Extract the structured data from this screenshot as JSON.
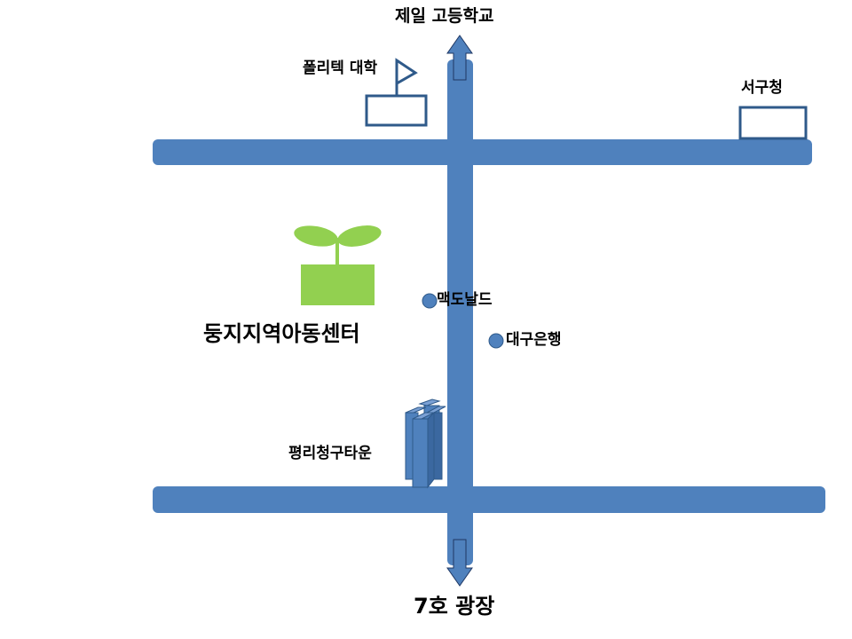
{
  "colors": {
    "road": "#4f81bd",
    "outline": "#2f5a8a",
    "sprout": "#92d050"
  },
  "labels": {
    "north_destination": "제일 고등학교",
    "south_destination": "7호 광장",
    "polytech": "폴리텍 대학",
    "seogu_office": "서구청",
    "center": "둥지지역아동센터",
    "mcdonalds": "맥도날드",
    "daegu_bank": "대구은행",
    "apartment": "평리청구타운"
  }
}
